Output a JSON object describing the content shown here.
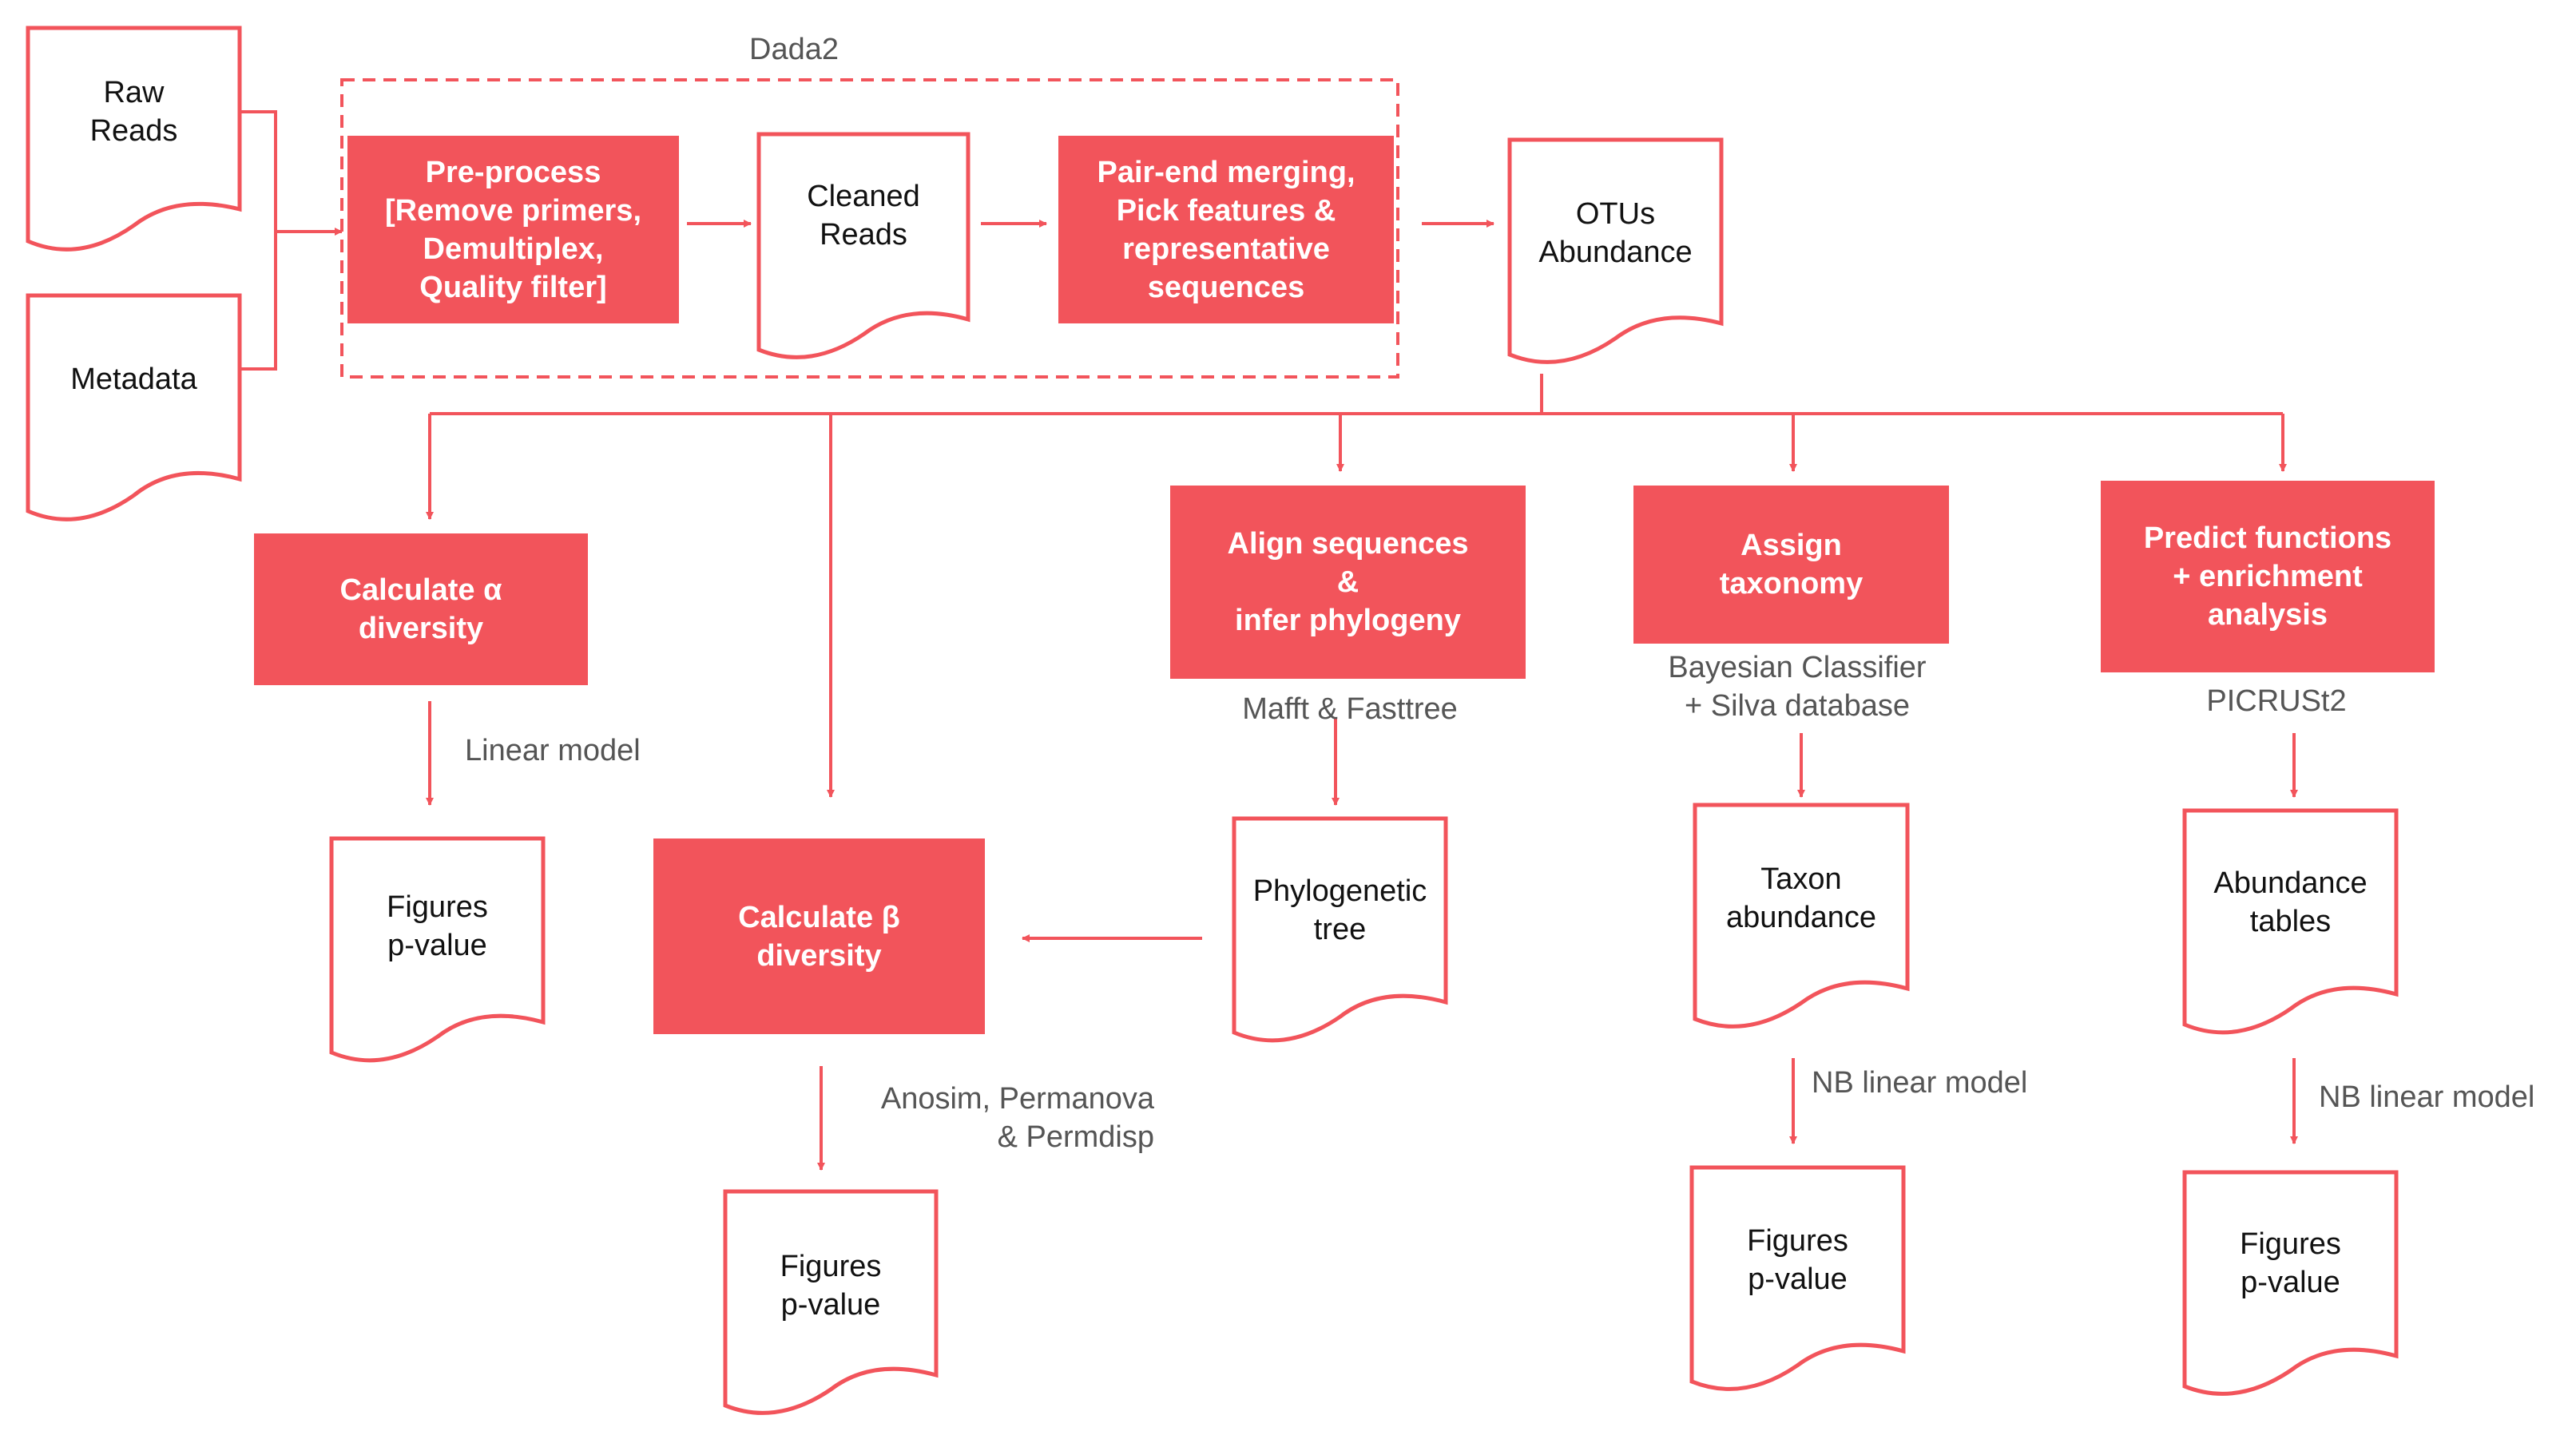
{
  "colors": {
    "accent": "#F2545B",
    "document_fill": "#ffffff",
    "text_dark": "#111111",
    "label_gray": "#555555"
  },
  "inputs": {
    "raw_reads": "Raw\nReads",
    "metadata": "Metadata"
  },
  "dada2": {
    "group_label": "Dada2",
    "preprocess": "Pre-process\n[Remove primers,\nDemultiplex,\nQuality filter]",
    "cleaned_reads": "Cleaned\nReads",
    "merging": "Pair-end merging,\nPick features &\nrepresentative\nsequences"
  },
  "otus": "OTUs\nAbundance",
  "alpha": {
    "process": "Calculate α\ndiversity",
    "method": "Linear model",
    "output": "Figures\np-value"
  },
  "beta": {
    "process": "Calculate β\ndiversity",
    "method": "Anosim, Permanova\n& Permdisp",
    "output": "Figures\np-value"
  },
  "phylogeny": {
    "process": "Align sequences\n&\ninfer phylogeny",
    "method": "Mafft & Fasttree",
    "output": "Phylogenetic\ntree"
  },
  "taxonomy": {
    "process": "Assign\ntaxonomy",
    "method": "Bayesian Classifier\n+ Silva database",
    "output": "Taxon\nabundance",
    "stat_method": "NB linear model",
    "stat_output": "Figures\np-value"
  },
  "functions": {
    "process": "Predict functions\n+ enrichment\nanalysis",
    "method": "PICRUSt2",
    "output": "Abundance\ntables",
    "stat_method": "NB linear model",
    "stat_output": "Figures\np-value"
  }
}
